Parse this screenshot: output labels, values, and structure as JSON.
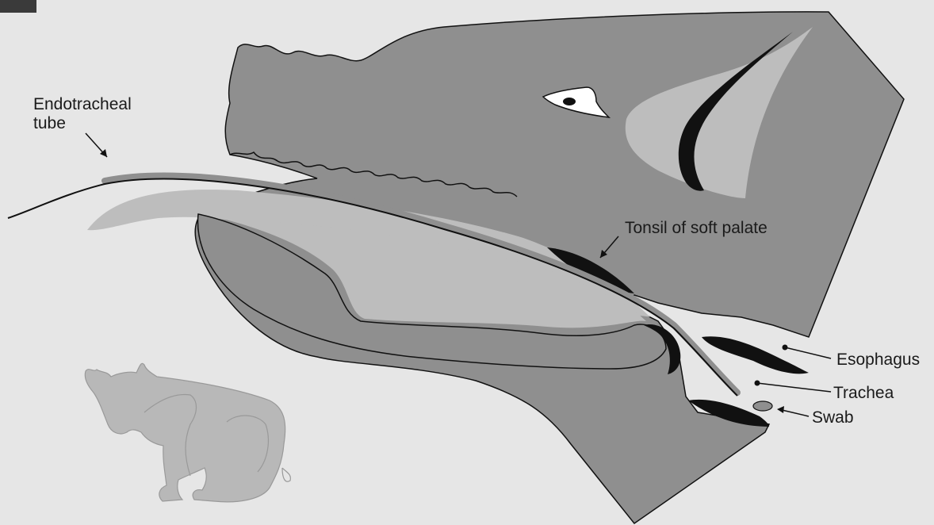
{
  "labels": {
    "endotracheal_line1": "Endotracheal",
    "endotracheal_line2": "tube",
    "tonsil": "Tonsil of soft palate",
    "esophagus": "Esophagus",
    "trachea": "Trachea",
    "swab": "Swab"
  },
  "colors": {
    "background": "#e6e6e6",
    "head_fill": "#8f8f8f",
    "light_tissue": "#bdbdbd",
    "dark_structures": "#111111",
    "pig_silhouette": "#b8b8b8"
  }
}
